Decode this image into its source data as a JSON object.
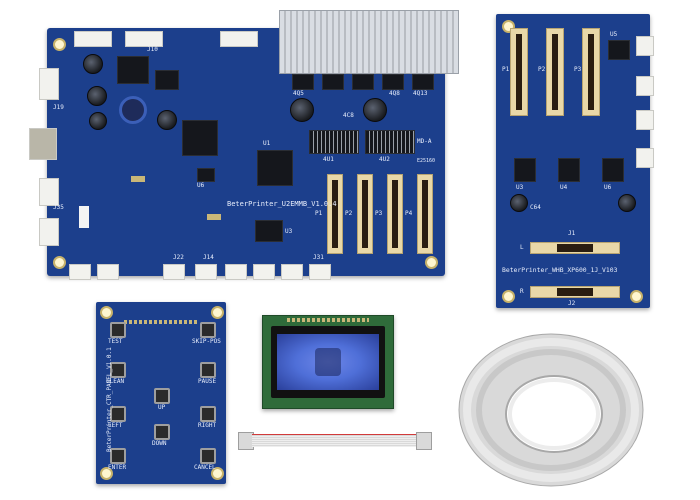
{
  "mainboard": {
    "model": "BeterPrinter_U2EMMB_V1.0.4",
    "chip_u1": "U1",
    "chip_u3": "U3",
    "chip_u6": "U6",
    "mark_4u1": "4U1",
    "mark_4u2": "4U2",
    "mark_4c8": "4C8",
    "mark_4q5": "4Q5",
    "mark_4q8": "4Q8",
    "mark_4q13": "4Q13",
    "mark_j19": "J19",
    "mark_j10": "J10",
    "mark_j35": "J35",
    "mark_j22": "J22",
    "mark_j14": "J14",
    "mark_j31": "J31",
    "mark_p1": "P1",
    "mark_p2": "P2",
    "mark_p3": "P3",
    "mark_p4": "P4",
    "logo_text": "MD-A",
    "date_code": "E25160"
  },
  "head_board": {
    "model": "BeterPrinter_WHB_XP600_1J_V103",
    "mark_j1": "J1",
    "mark_j2": "J2",
    "mark_l": "L",
    "mark_r": "R",
    "mark_p1": "P1",
    "mark_p2": "P2",
    "mark_p3": "P3",
    "mark_u5": "U5",
    "mark_u3": "U3",
    "mark_u4": "U4",
    "mark_u6": "U6",
    "mark_c64": "C64"
  },
  "control_panel": {
    "model": "BeterPrinter_CTR_PANEL_V1.0.1",
    "buttons": {
      "test": "TEST",
      "skip_pos": "SKIP-POS",
      "clean": "CLEAN",
      "pause": "PAUSE",
      "up": "UP",
      "left": "LEFT",
      "right": "RIGHT",
      "down": "DOWN",
      "enter": "ENTER",
      "cancel": "CANCEL"
    }
  },
  "colors": {
    "pcb_blue": "#1c3f8c",
    "lcd_backlight": "#4f6fd8",
    "lcd_pcb": "#2f6b3a",
    "cable": "#d9d9d9",
    "cable_stripe": "#d23b3b"
  }
}
